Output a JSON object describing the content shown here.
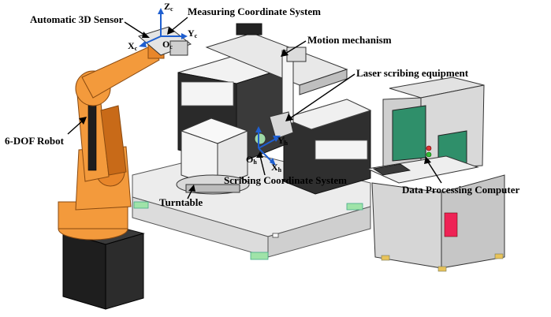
{
  "labels": {
    "sensor": "Automatic 3D Sensor",
    "measuring_cs": "Measuring Coordinate System",
    "motion": "Motion mechanism",
    "laser": "Laser scribing equipment",
    "robot": "6-DOF Robot",
    "scribing_cs": "Scribing Coordinate System",
    "turntable": "Turntable",
    "computer": "Data Processing Computer"
  },
  "axes_measuring": {
    "z": "Z",
    "x": "X",
    "y": "Y",
    "o": "O",
    "sub": "c"
  },
  "axes_scribing": {
    "x": "X",
    "y": "Y",
    "o": "O",
    "sub": "h"
  },
  "colors": {
    "robot_orange": "#f39a3c",
    "robot_dark": "#c86a18",
    "pedestal": "#1e1e1e",
    "frame_dark": "#2a2a2a",
    "panel_gray": "#d9d9d9",
    "screen_green": "#2f8f6a",
    "axis_blue": "#1f5fd0",
    "feet_green": "#9fe3a8"
  }
}
